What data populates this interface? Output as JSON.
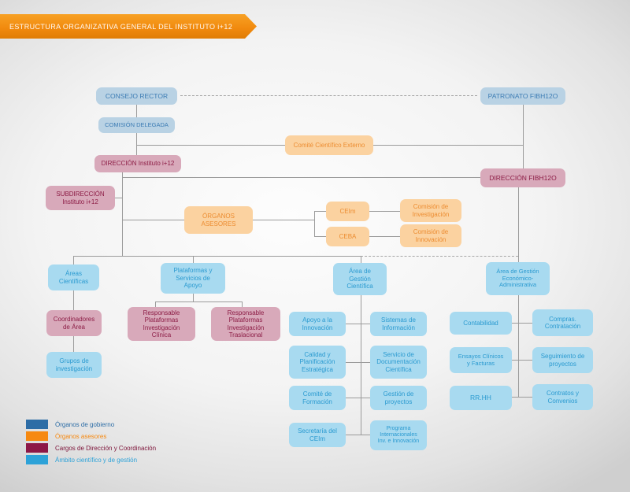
{
  "title_banner": {
    "text": "ESTRUCTURA ORGANIZATIVA GENERAL DEL INSTITUTO i+12"
  },
  "colors": {
    "banner_orange": "#F1880C",
    "box_gobierno": "#B9D2E4",
    "box_gobierno_text": "#3C7CB4",
    "box_asesores": "#FBD2A0",
    "box_asesores_text": "#EC8C30",
    "box_direccion": "#D8A9BA",
    "box_direccion_text": "#8C1C45",
    "box_ambito": "#A8DAF0",
    "box_ambito_text": "#2A9AD0",
    "connector_gray": "#9B9B9B"
  },
  "chart": {
    "nodes": {
      "consejo_rector": {
        "label": "CONSEJO RECTOR",
        "category": "organos_de_gobierno"
      },
      "patronato": {
        "label": "PATRONATO FIBH12O",
        "category": "organos_de_gobierno"
      },
      "comision_delegada": {
        "label": "COMISIÓN DELEGADA",
        "category": "organos_de_gobierno"
      },
      "comite_cientifico": {
        "label": "Comité Científico Externo",
        "category": "organos_asesores"
      },
      "direccion_i12": {
        "label": "DIRECCIÓN Instituto i+12",
        "category": "cargos_direccion"
      },
      "direccion_fibh": {
        "label": "DIRECCIÓN FIBH12O",
        "category": "cargos_direccion"
      },
      "subdireccion": {
        "label": "SUBDIRECCIÓN Instituto i+12",
        "category": "cargos_direccion"
      },
      "organos_asesores": {
        "label": "ÓRGANOS ASESORES",
        "category": "organos_asesores"
      },
      "ceim": {
        "label": "CEIm",
        "category": "organos_asesores"
      },
      "ceba": {
        "label": "CEBA",
        "category": "organos_asesores"
      },
      "com_investigacion": {
        "label": "Comisión de Investigación",
        "category": "organos_asesores"
      },
      "com_innovacion": {
        "label": "Comisión de Innovación",
        "category": "organos_asesores"
      },
      "areas_cientificas": {
        "label": "Áreas Científicas",
        "category": "ambito"
      },
      "plataformas": {
        "label": "Plataformas y Servicios de Apoyo",
        "category": "ambito"
      },
      "area_gestion_cient": {
        "label": "Área de Gestión Científica",
        "category": "ambito"
      },
      "area_gestion_econ": {
        "label": "Área de Gestión Económico-Administrativa",
        "category": "ambito"
      },
      "coordinadores": {
        "label": "Coordinadores de Área",
        "category": "cargos_direccion"
      },
      "grupos": {
        "label": "Grupos de investigación",
        "category": "ambito"
      },
      "resp_clinica": {
        "label": "Responsable Plataformas Investigación Clínica",
        "category": "cargos_direccion"
      },
      "resp_traslacional": {
        "label": "Responsable Plataformas Investigación Traslacional",
        "category": "cargos_direccion"
      },
      "apoyo_innov": {
        "label": "Apoyo a la Innovación",
        "category": "ambito"
      },
      "sistemas_info": {
        "label": "Sistemas de Información",
        "category": "ambito"
      },
      "calidad": {
        "label": "Calidad y Planificación Estratégica",
        "category": "ambito"
      },
      "servicio_doc": {
        "label": "Servicio de Documentación Científica",
        "category": "ambito"
      },
      "comite_formacion": {
        "label": "Comité de Formación",
        "category": "ambito"
      },
      "gestion_proyectos": {
        "label": "Gestión de proyectos",
        "category": "ambito"
      },
      "secretaria_ceim": {
        "label": "Secretaría del CEIm",
        "category": "ambito"
      },
      "programa_int": {
        "label": "Programa Internacionales Inv. e Innovación",
        "category": "ambito"
      },
      "contabilidad": {
        "label": "Contabilidad",
        "category": "ambito"
      },
      "compras": {
        "label": "Compras. Contratación",
        "category": "ambito"
      },
      "ensayos": {
        "label": "Ensayos Clínicos y Facturas",
        "category": "ambito"
      },
      "seguimiento": {
        "label": "Seguimiento de proyectos",
        "category": "ambito"
      },
      "rrhh": {
        "label": "RR.HH",
        "category": "ambito"
      },
      "contratos": {
        "label": "Contratos y Convenios",
        "category": "ambito"
      }
    }
  },
  "legend": {
    "items": [
      {
        "label": "Órganos de gobierno",
        "color": "#2D6DA6"
      },
      {
        "label": "Órganos asesores",
        "color": "#F68911"
      },
      {
        "label": "Cargos de Dirección y Coordinación",
        "color": "#8D1746"
      },
      {
        "label": "Ámbito científico y de gestión",
        "color": "#2DA2D8"
      }
    ]
  }
}
